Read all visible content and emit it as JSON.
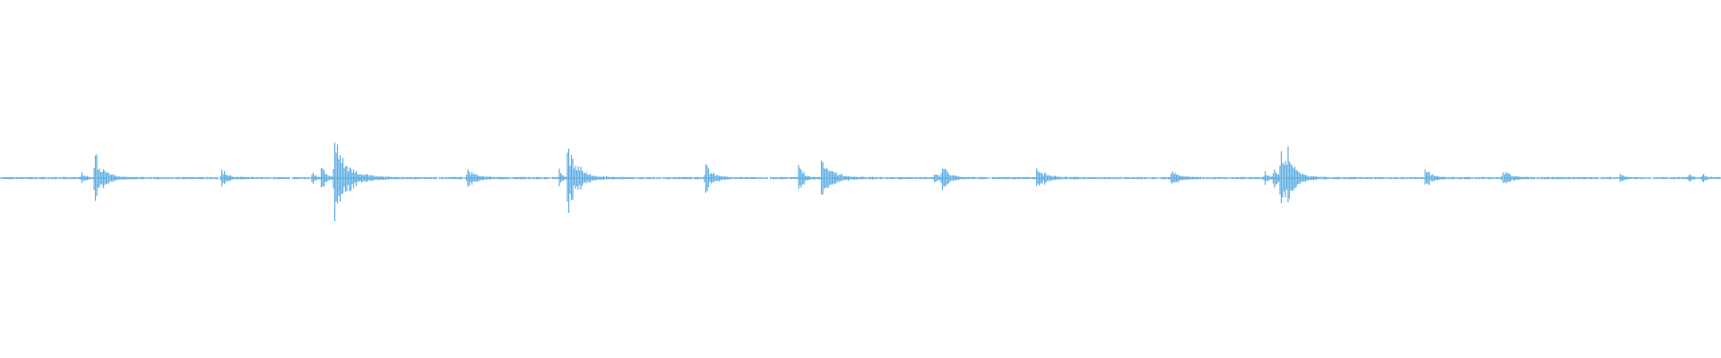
{
  "waveform": {
    "color": "#5dade2",
    "background": "#ffffff",
    "duration_s": 60,
    "amplitude_range": [
      -1,
      1
    ],
    "baseline": 0,
    "events": [
      {
        "t": 2.85,
        "amp": 0.05,
        "decay": 0.6
      },
      {
        "t": 3.3,
        "amp": 0.21,
        "decay": 1.6
      },
      {
        "t": 7.73,
        "amp": 0.08,
        "decay": 1.0
      },
      {
        "t": 10.9,
        "amp": 0.05,
        "decay": 0.6
      },
      {
        "t": 11.22,
        "amp": 0.09,
        "decay": 0.8
      },
      {
        "t": 11.65,
        "amp": 0.3,
        "decay": 2.6
      },
      {
        "t": 16.3,
        "amp": 0.09,
        "decay": 1.4
      },
      {
        "t": 19.5,
        "amp": 0.06,
        "decay": 0.6
      },
      {
        "t": 19.8,
        "amp": 0.28,
        "decay": 2.0
      },
      {
        "t": 24.6,
        "amp": 0.1,
        "decay": 1.4
      },
      {
        "t": 27.85,
        "amp": 0.1,
        "decay": 1.0
      },
      {
        "t": 28.65,
        "amp": 0.17,
        "decay": 2.0
      },
      {
        "t": 32.6,
        "amp": 0.05,
        "decay": 0.6
      },
      {
        "t": 32.85,
        "amp": 0.12,
        "decay": 1.2
      },
      {
        "t": 36.15,
        "amp": 0.1,
        "decay": 1.6
      },
      {
        "t": 40.85,
        "amp": 0.07,
        "decay": 1.2
      },
      {
        "t": 44.1,
        "amp": 0.05,
        "decay": 0.6
      },
      {
        "t": 44.4,
        "amp": 0.09,
        "decay": 1.0
      },
      {
        "t": 44.65,
        "amp": 0.19,
        "decay": 1.6
      },
      {
        "t": 44.9,
        "amp": 0.14,
        "decay": 1.6
      },
      {
        "t": 49.7,
        "amp": 0.07,
        "decay": 1.2
      },
      {
        "t": 52.4,
        "amp": 0.07,
        "decay": 1.2
      },
      {
        "t": 56.5,
        "amp": 0.04,
        "decay": 0.6
      },
      {
        "t": 58.9,
        "amp": 0.03,
        "decay": 0.5
      },
      {
        "t": 59.35,
        "amp": 0.04,
        "decay": 0.6
      }
    ]
  }
}
